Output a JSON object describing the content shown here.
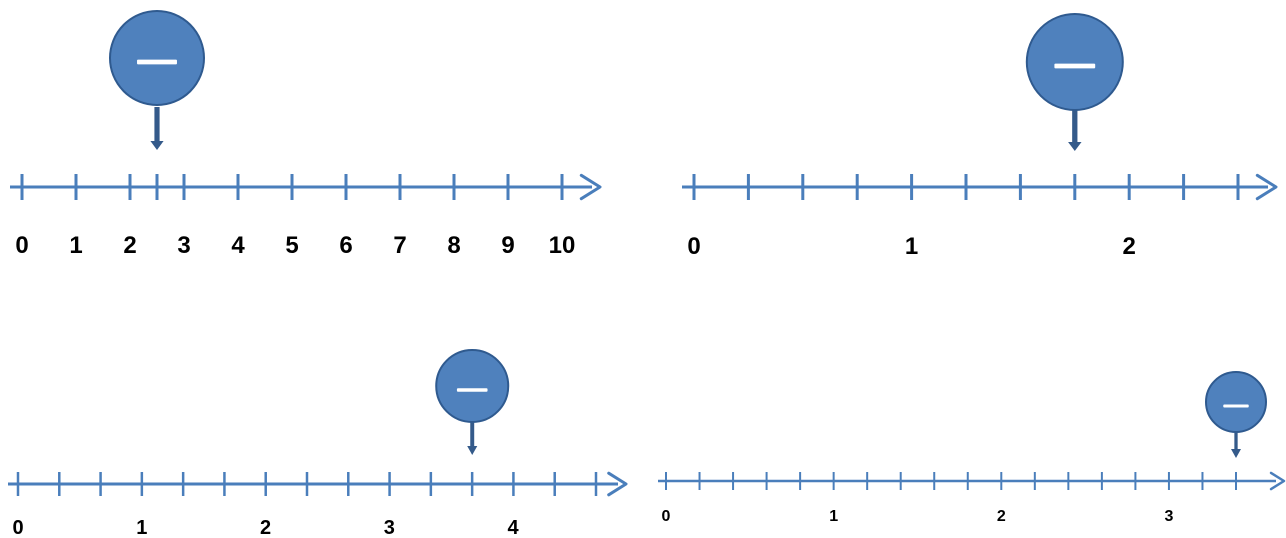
{
  "colors": {
    "line": "#4a7ebb",
    "marker_fill": "#4f81bd",
    "marker_stroke": "#2f5a8f",
    "pointer": "#345a8a",
    "minus_sign": "#ffffff",
    "text": "#000000"
  },
  "number_lines": [
    {
      "id": "top-left",
      "range": [
        0,
        10
      ],
      "tick_step": 1,
      "labels": [
        "0",
        "1",
        "2",
        "3",
        "4",
        "5",
        "6",
        "7",
        "8",
        "9",
        "10"
      ],
      "marker_value": 2.5,
      "marker_tick": true,
      "marker_symbol": "minus-icon"
    },
    {
      "id": "top-right",
      "range": [
        0,
        2.5
      ],
      "tick_step": 0.25,
      "labels": [
        "0",
        "1",
        "2"
      ],
      "label_values": [
        0,
        1,
        2
      ],
      "marker_value": 1.75,
      "marker_tick": false,
      "marker_symbol": "minus-icon"
    },
    {
      "id": "bottom-left",
      "range": [
        0,
        4.67
      ],
      "tick_step": 0.333,
      "labels": [
        "0",
        "1",
        "2",
        "3",
        "4"
      ],
      "label_values": [
        0,
        1,
        2,
        3,
        4
      ],
      "marker_value": 3.67,
      "marker_tick": false,
      "marker_symbol": "minus-icon"
    },
    {
      "id": "bottom-right",
      "range": [
        0,
        3.4
      ],
      "tick_step": 0.2,
      "labels": [
        "0",
        "1",
        "2",
        "3"
      ],
      "label_values": [
        0,
        1,
        2,
        3
      ],
      "marker_value": 3.4,
      "marker_tick": false,
      "marker_symbol": "minus-icon"
    }
  ]
}
